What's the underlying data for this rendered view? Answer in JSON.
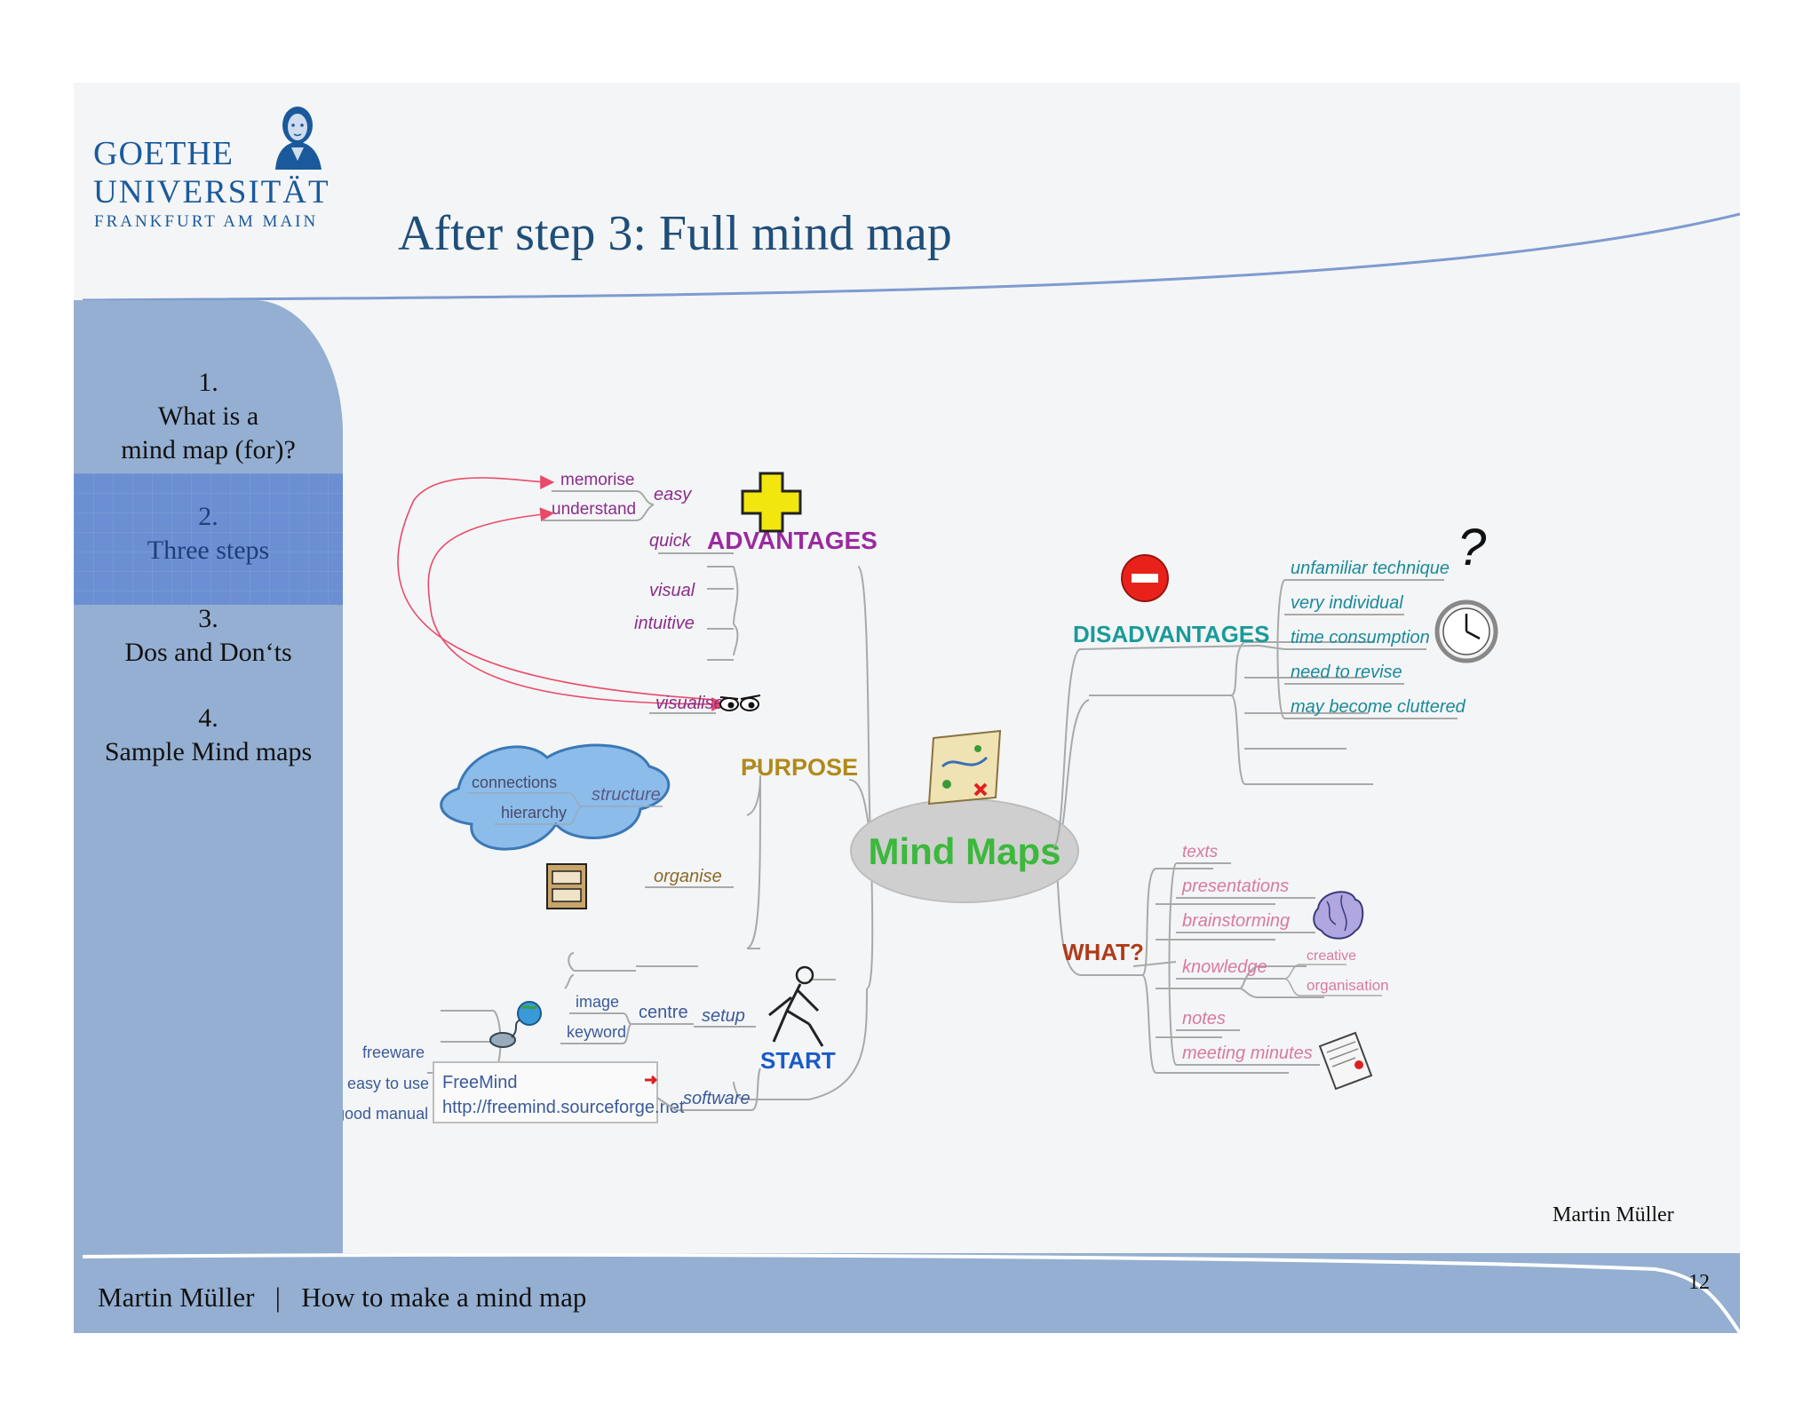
{
  "logo": {
    "line1": "GOETHE",
    "line2": "UNIVERSITÄT",
    "line3": "FRANKFURT AM MAIN"
  },
  "title": "After step 3: Full mind map",
  "nav": [
    {
      "number": "1.",
      "label_a": "What is a",
      "label_b": "mind map (for)?"
    },
    {
      "number": "2.",
      "label_a": "Three steps",
      "label_b": ""
    },
    {
      "number": "3.",
      "label_a": "Dos and Don‘ts",
      "label_b": ""
    },
    {
      "number": "4.",
      "label_a": "Sample Mind maps",
      "label_b": ""
    }
  ],
  "mindmap": {
    "center": "Mind Maps",
    "advantages": {
      "label": "ADVANTAGES",
      "easy": "easy",
      "memorise": "memorise",
      "understand": "understand",
      "quick": "quick",
      "visual": "visual",
      "intuitive": "intuitive"
    },
    "purpose": {
      "label": "PURPOSE",
      "visualise": "visualise",
      "structure": "structure",
      "connections": "connections",
      "hierarchy": "hierarchy",
      "organise": "organise"
    },
    "start": {
      "label": "START",
      "setup": "setup",
      "centre": "centre",
      "image": "image",
      "keyword": "keyword",
      "software": "software",
      "freemind": "FreeMind",
      "url": "http://freemind.sourceforge.net",
      "freeware": "freeware",
      "easy_to_use": "easy to use",
      "good_manual": "good manual"
    },
    "disadvantages": {
      "label": "DISADVANTAGES",
      "items": [
        "unfamiliar technique",
        "very individual",
        "time consumption",
        "need to revise",
        "may become cluttered"
      ]
    },
    "what": {
      "label": "WHAT?",
      "texts": "texts",
      "presentations": "presentations",
      "brainstorming": "brainstorming",
      "knowledge": "knowledge",
      "creative": "creative",
      "organisation": "organisation",
      "notes": "notes",
      "meeting_minutes": "meeting minutes"
    }
  },
  "author_right": "Martin Müller",
  "footer": {
    "text": "Martin Müller   |   How to make a mind map",
    "page": "12"
  }
}
